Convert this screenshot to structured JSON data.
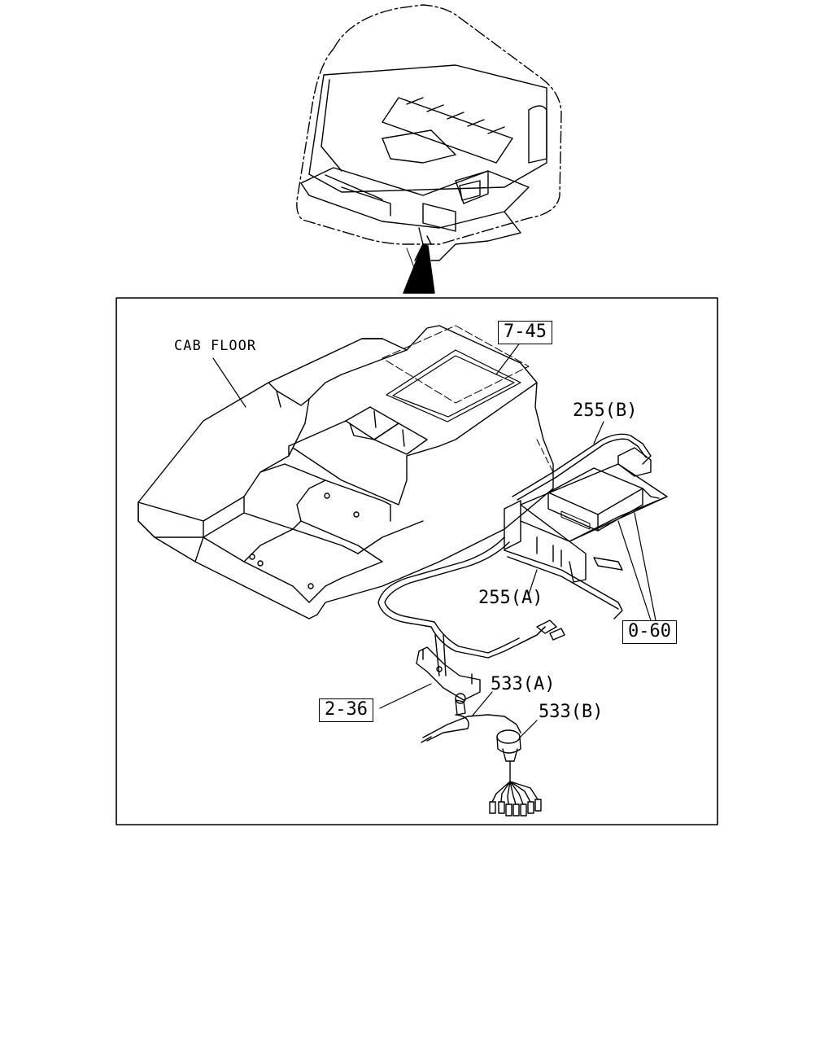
{
  "labels": {
    "cab_floor": "CAB FLOOR",
    "ref_7_45": "7-45",
    "part_255b": "255(B)",
    "part_255a": "255(A)",
    "ref_0_60": "0-60",
    "ref_2_36": "2-36",
    "part_533a": "533(A)",
    "part_533b": "533(B)"
  }
}
